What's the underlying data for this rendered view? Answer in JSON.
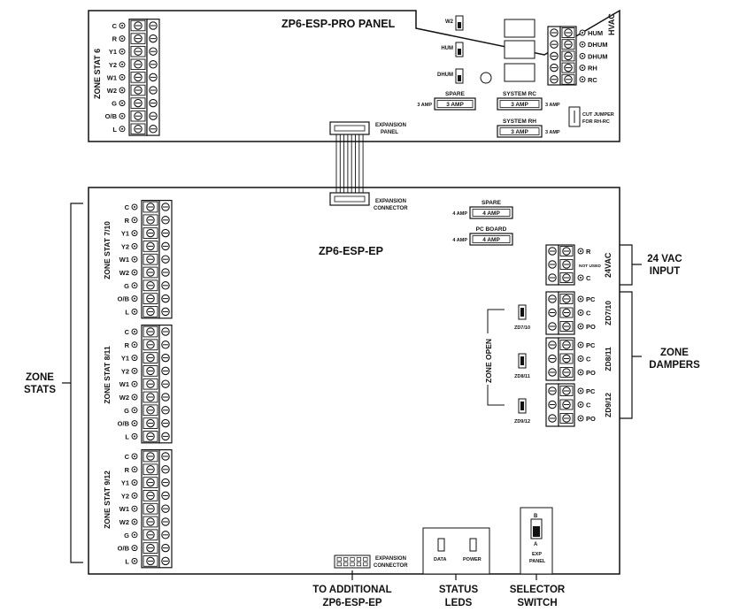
{
  "pro_panel": {
    "title": "ZP6-ESP-PRO PANEL",
    "zone_stat_label": "ZONE STAT 6",
    "terminals": [
      "C",
      "R",
      "Y1",
      "Y2",
      "W1",
      "W2",
      "G",
      "O/B",
      "L"
    ],
    "switches": [
      "W2",
      "HUM",
      "DHUM"
    ],
    "hvac_label": "HVAC",
    "hvac_terminals": [
      "HUM",
      "DHUM",
      "DHUM",
      "RH",
      "RC"
    ],
    "fuses": [
      {
        "label": "SPARE",
        "rating": "3 AMP",
        "side_note": "3 AMP"
      },
      {
        "label": "SYSTEM  RC",
        "rating": "3 AMP",
        "side_note": "3 AMP"
      },
      {
        "label": "SYSTEM  RH",
        "rating": "3 AMP",
        "side_note": "3 AMP"
      }
    ],
    "jumper_note_1": "CUT JUMPER",
    "jumper_note_2": "FOR RH-RC",
    "expansion_panel_1": "EXPANSION",
    "expansion_panel_2": "PANEL"
  },
  "ep_panel": {
    "title": "ZP6-ESP-EP",
    "expansion_connector_1": "EXPANSION",
    "expansion_connector_2": "CONNECTOR",
    "zone_stats": [
      "ZONE STAT 7/10",
      "ZONE STAT 8/11",
      "ZONE STAT 9/12"
    ],
    "terminals": [
      "C",
      "R",
      "Y1",
      "Y2",
      "W1",
      "W2",
      "G",
      "O/B",
      "L"
    ],
    "fuses": [
      {
        "label": "SPARE",
        "rating": "4 AMP",
        "side_note": "4 AMP"
      },
      {
        "label": "PC BOARD",
        "rating": "4 AMP",
        "side_note": "4 AMP"
      }
    ],
    "vac_label": "24VAC",
    "vac_terminals": [
      "R",
      "C"
    ],
    "not_used": "NOT USED",
    "dampers": [
      {
        "label": "ZD7/10",
        "led": "ZD7/10",
        "terminals": [
          "PC",
          "C",
          "PO"
        ]
      },
      {
        "label": "ZD8/11",
        "led": "ZD8/11",
        "terminals": [
          "PC",
          "C",
          "PO"
        ]
      },
      {
        "label": "ZD9/12",
        "led": "ZD9/12",
        "terminals": [
          "PC",
          "C",
          "PO"
        ]
      }
    ],
    "zone_open": "ZONE OPEN",
    "leds": [
      "DATA",
      "POWER"
    ],
    "switch_b": "B",
    "switch_a": "A",
    "exp_panel_1": "EXP",
    "exp_panel_2": "PANEL"
  },
  "callouts": {
    "zone_stats_1": "ZONE",
    "zone_stats_2": "STATS",
    "vac_1": "24 VAC",
    "vac_2": "INPUT",
    "dampers_1": "ZONE",
    "dampers_2": "DAMPERS",
    "to_additional_1": "TO ADDITIONAL",
    "to_additional_2": "ZP6-ESP-EP",
    "status_1": "STATUS",
    "status_2": "LEDS",
    "selector_1": "SELECTOR",
    "selector_2": "SWITCH"
  }
}
